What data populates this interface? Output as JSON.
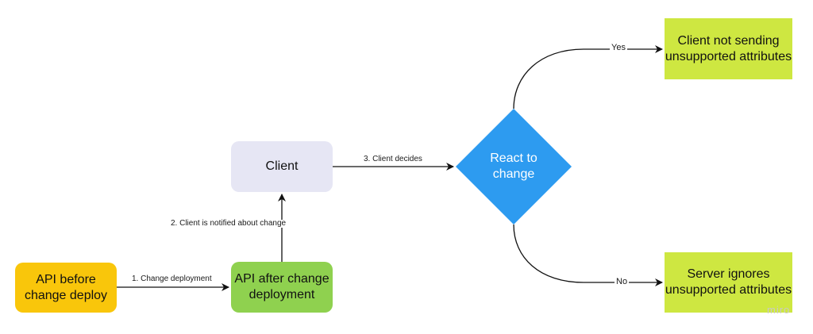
{
  "diagram": {
    "nodes": {
      "api_before": {
        "label": "API before\nchange deploy",
        "color": "#f9c60b"
      },
      "api_after": {
        "label": "API after change\ndeployment",
        "color": "#8fd14f"
      },
      "client": {
        "label": "Client",
        "color": "#e6e6f4"
      },
      "react": {
        "label": "React to\nchange",
        "color": "#2d9bf0"
      },
      "outcome_yes": {
        "label": "Client not sending\nunsupported attributes",
        "color": "#cee741"
      },
      "outcome_no": {
        "label": "Server ignores\nunsupported attributes",
        "color": "#cee741"
      }
    },
    "edges": {
      "deploy": {
        "label": "1. Change deployment"
      },
      "notified": {
        "label": "2. Client is notified about change"
      },
      "decides": {
        "label": "3. Client decides"
      },
      "yes": {
        "label": "Yes"
      },
      "no": {
        "label": "No"
      }
    },
    "watermark": "miro"
  }
}
